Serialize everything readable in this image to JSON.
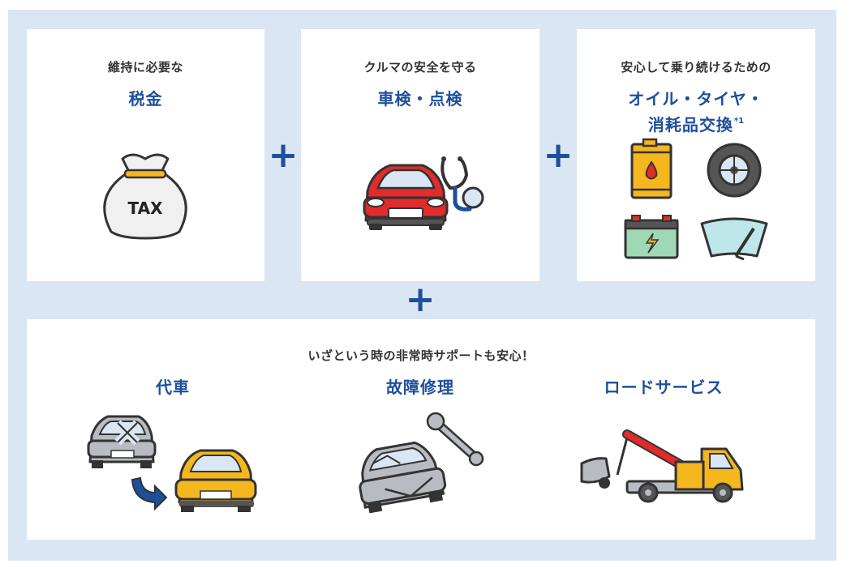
{
  "colors": {
    "background": "#dbe6f5",
    "card": "#ffffff",
    "accent": "#1d4f9b",
    "text": "#333333",
    "car_red": "#e32b2b",
    "car_yellow": "#f4b71e"
  },
  "tax": {
    "lead": "維持に必要な",
    "title": "税金",
    "bag_label": "TAX",
    "icon": "money-bag-icon"
  },
  "inspection": {
    "lead": "クルマの安全を守る",
    "title": "車検・点検",
    "icon": "car-with-stethoscope-icon"
  },
  "consumables": {
    "lead": "安心して乗り続けるための",
    "title_line1": "オイル・タイヤ・",
    "title_line2": "消耗品交換",
    "footnote": "*1",
    "icons": [
      "oil-can-icon",
      "tire-icon",
      "battery-icon",
      "wiper-icon"
    ]
  },
  "plus_sign": "+",
  "emergency": {
    "lead": "いざという時の非常時サポートも安心！",
    "services": [
      {
        "title": "代車",
        "icon": "replacement-car-icon"
      },
      {
        "title": "故障修理",
        "icon": "repair-wrench-icon"
      },
      {
        "title": "ロードサービス",
        "icon": "tow-truck-icon"
      }
    ]
  }
}
